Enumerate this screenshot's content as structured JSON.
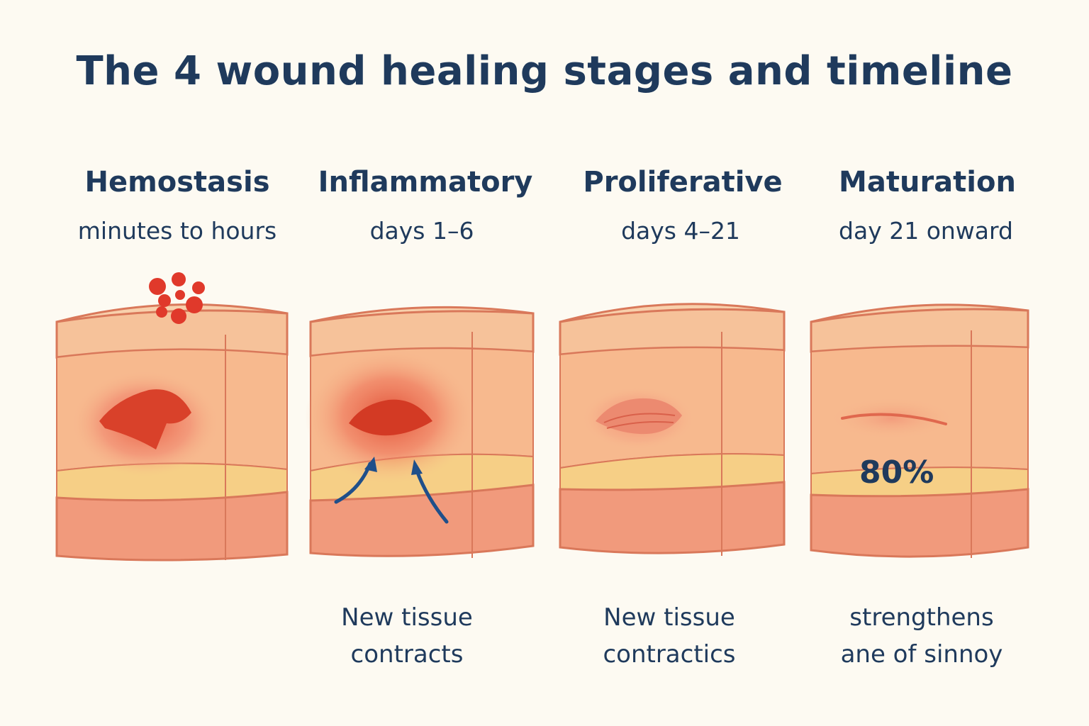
{
  "title": "The 4 wound healing stages and timeline",
  "stages": [
    {
      "name": "Hemostasis",
      "time": "minutes to hours",
      "caption": []
    },
    {
      "name": "Inflammatory",
      "time": "days 1–6",
      "caption": [
        "New tissue",
        "contracts"
      ]
    },
    {
      "name": "Proliferative",
      "time": "days 4–21",
      "caption": [
        "New tissue",
        "contractics"
      ]
    },
    {
      "name": "Maturation",
      "time": "day 21 onward",
      "caption": [
        "strengthens",
        "ane of sinnoy"
      ]
    }
  ],
  "maturation_strength": "80%",
  "colors": {
    "title": "#1f3a5c",
    "skin_epidermis": "#f6c29a",
    "skin_dermis": "#f7b98e",
    "fat_layer": "#f6cf86",
    "muscle_layer": "#f19a7c",
    "outline": "#d9785a",
    "wound": "#d9412a",
    "clot": "#e0392b",
    "arrow": "#1f4f8a",
    "background": "#fdfaf2"
  },
  "icons": [
    "blood-clot-icon",
    "upward-arrow-icon"
  ]
}
